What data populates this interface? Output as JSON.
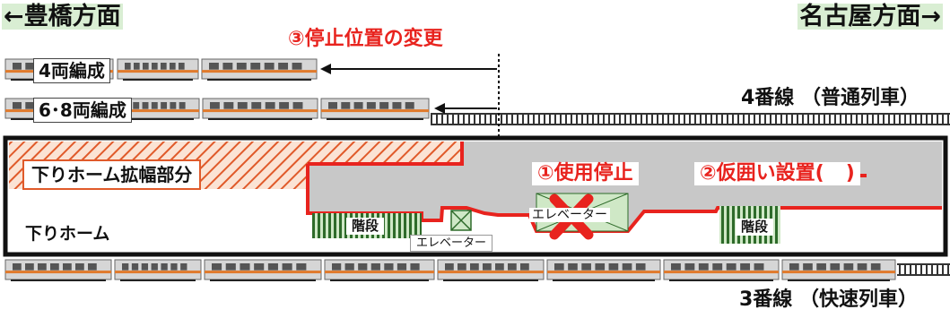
{
  "direction_left": "←豊橋方面",
  "direction_right": "名古屋方面→",
  "change_stop_position": "③停止位置の変更",
  "formation_4": "4両編成",
  "formation_6_8": "6･8両編成",
  "track_4": "4番線 （普通列車）",
  "track_3": "3番線 （快速列車）",
  "platform_extension": "下りホーム拡幅部分",
  "platform_name": "下りホーム",
  "suspend_use": "①使用停止",
  "temporary_fence": "②仮囲い設置(",
  "temporary_fence_tail": ")",
  "stairs_left": "階段",
  "stairs_right": "階段",
  "elevator_left": "エレベーター",
  "elevator_right": "エレベーター",
  "colors": {
    "accent_red": "#e8231e",
    "orange_hatch": "#e05a2a",
    "platform_gray": "#c8c8c8",
    "label_bg": "#d9eed3",
    "train_body": "#d6d6d6",
    "train_stripe": "#e07a2c",
    "stairs_green": "#2e6b2a"
  }
}
